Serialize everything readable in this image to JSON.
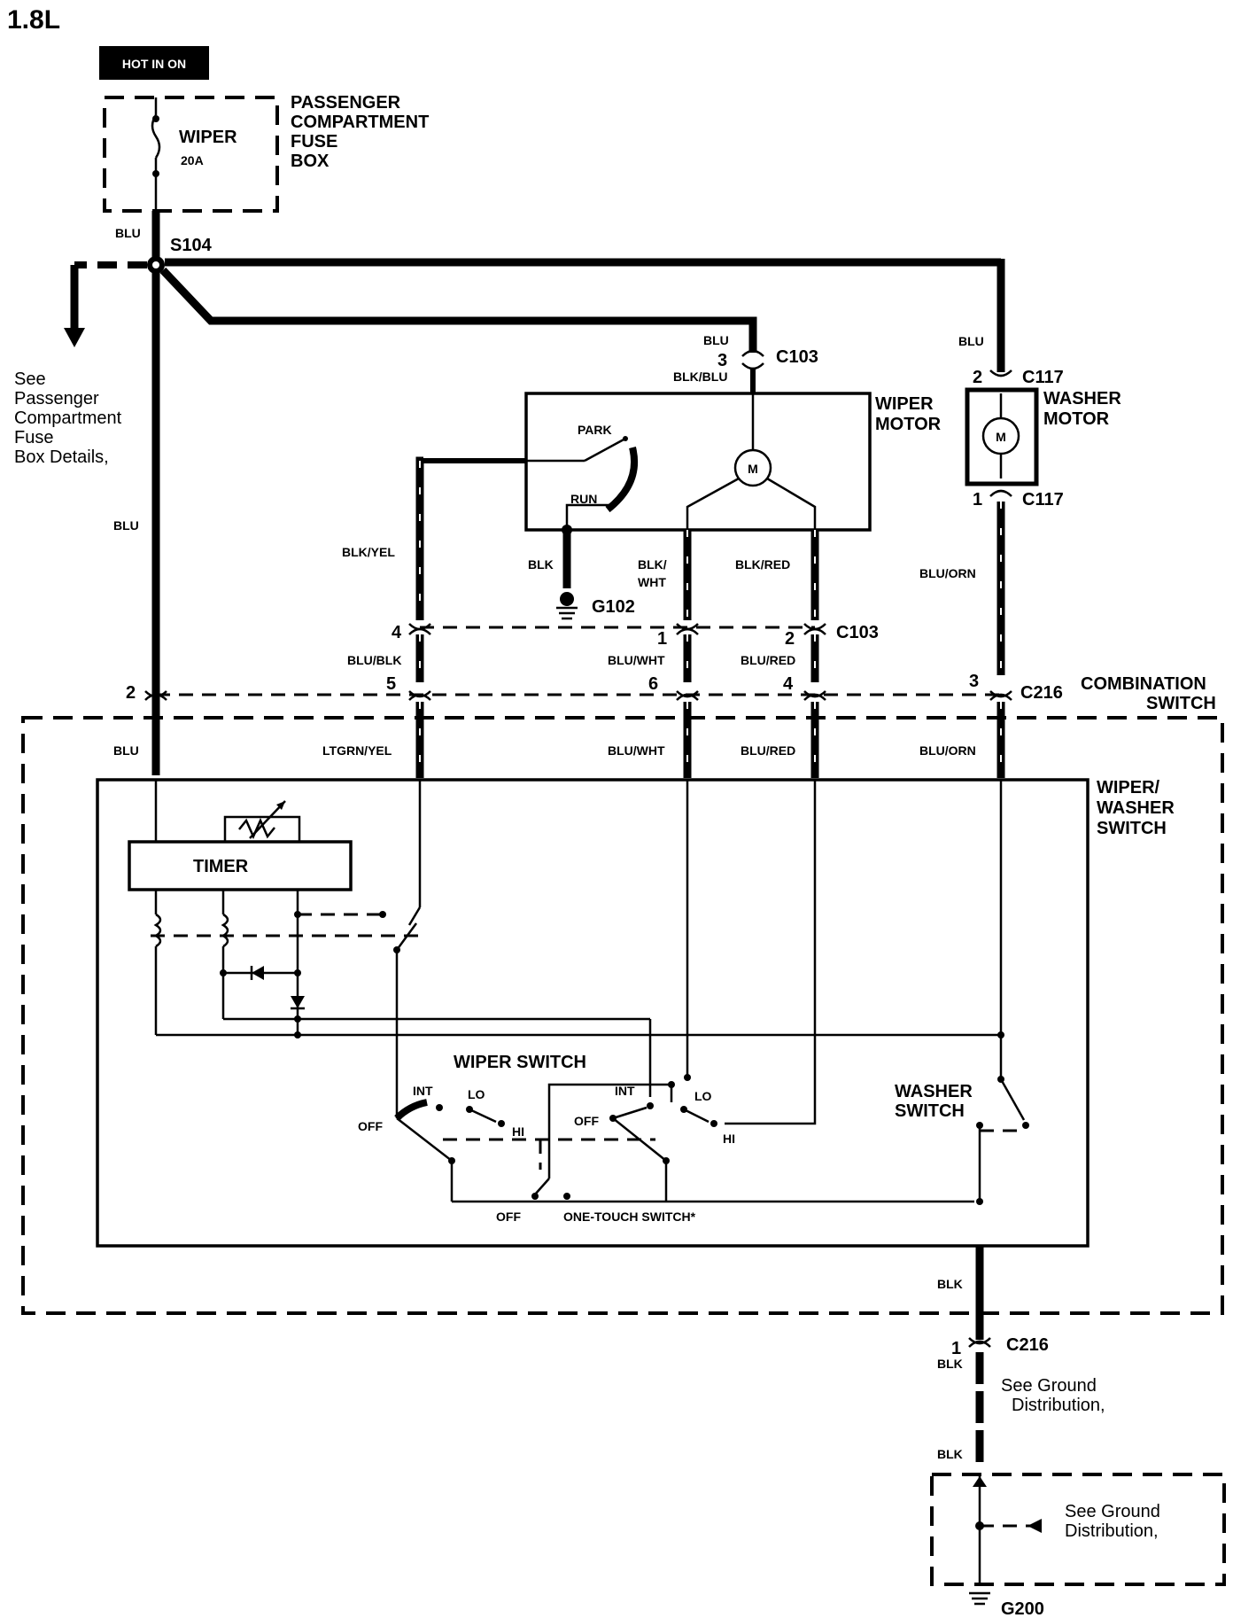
{
  "engine_label": "1.8L",
  "power_source": "HOT IN ON",
  "fuse": {
    "name": "WIPER",
    "rating": "20A"
  },
  "fuse_box": {
    "line1": "PASSENGER",
    "line2": "COMPARTMENT",
    "line3": "FUSE",
    "line4": "BOX"
  },
  "splice": "S104",
  "see_fuse_details": {
    "line1": "See",
    "line2": "Passenger",
    "line3": "Compartment",
    "line4": "Fuse",
    "line5": "Box Details,"
  },
  "wires": {
    "blu": "BLU",
    "blk_blu": "BLK/BLU",
    "blk_yel": "BLK/YEL",
    "blk": "BLK",
    "blk_wht_1": "BLK/",
    "blk_wht_2": "WHT",
    "blk_red": "BLK/RED",
    "blu_orn": "BLU/ORN",
    "blu_blk": "BLU/BLK",
    "blu_wht": "BLU/WHT",
    "blu_red": "BLU/RED",
    "ltgrn_yel": "LTGRN/YEL"
  },
  "connectors": {
    "c103": "C103",
    "c117": "C117",
    "c216": "C216",
    "g102": "G102",
    "g200": "G200"
  },
  "pins": {
    "c103_3": "3",
    "c117_2": "2",
    "c117_1": "1",
    "c103_4": "4",
    "c103_1": "1",
    "c103_2": "2",
    "c216_2": "2",
    "c216_5": "5",
    "c216_6": "6",
    "c216_4": "4",
    "c216_3": "3",
    "c216_1": "1"
  },
  "wiper_motor": {
    "line1": "WIPER",
    "line2": "MOTOR",
    "park": "PARK",
    "run": "RUN",
    "motor_symbol": "M"
  },
  "washer_motor": {
    "line1": "WASHER",
    "line2": "MOTOR",
    "motor_symbol": "M"
  },
  "combination_switch": {
    "line1": "COMBINATION",
    "line2": "SWITCH"
  },
  "wiper_washer_switch": {
    "line1": "WIPER/",
    "line2": "WASHER",
    "line3": "SWITCH"
  },
  "timer": "TIMER",
  "wiper_switch": {
    "title": "WIPER SWITCH",
    "off_left": "OFF",
    "int_left": "INT",
    "lo_left": "LO",
    "hi_left": "HI",
    "off_right": "OFF",
    "int_right": "INT",
    "lo_right": "LO",
    "hi_right": "HI",
    "off_bottom": "OFF",
    "one_touch": "ONE-TOUCH SWITCH*"
  },
  "washer_switch": {
    "line1": "WASHER",
    "line2": "SWITCH"
  },
  "see_ground_1": {
    "line1": "See Ground",
    "line2": "Distribution,"
  },
  "see_ground_2": {
    "line1": "See Ground",
    "line2": "Distribution,"
  }
}
